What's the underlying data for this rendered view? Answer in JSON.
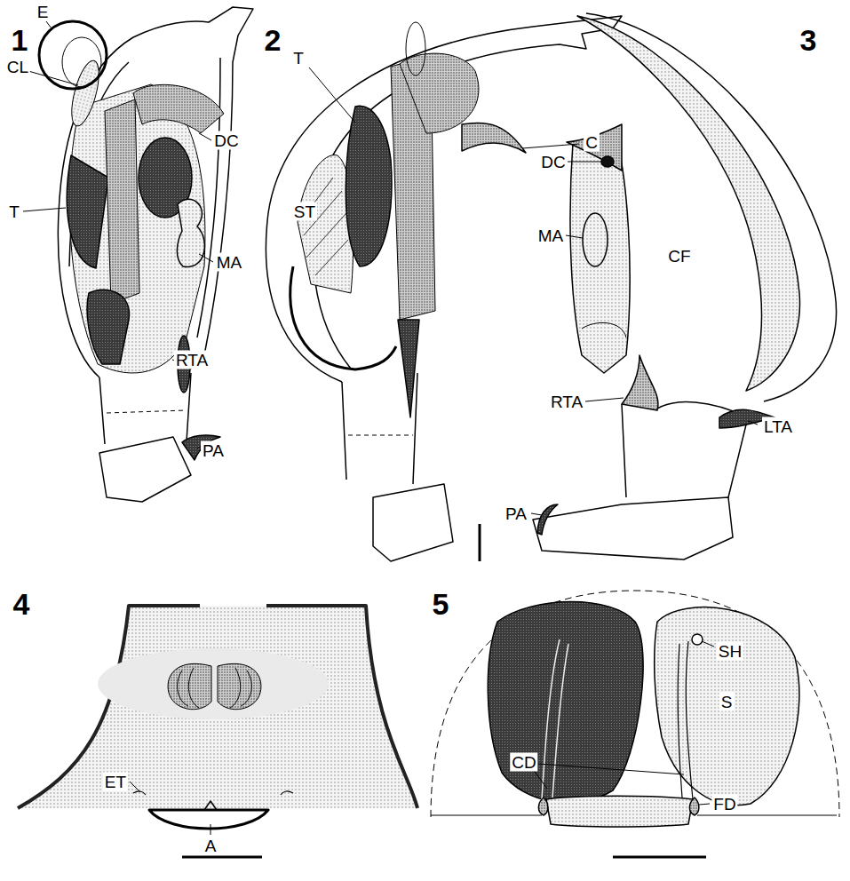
{
  "diagram": {
    "labels": [
      "1",
      "E",
      "CL",
      "DC",
      "T",
      "MA",
      "RTA",
      "PA",
      "2",
      "T",
      "C",
      "ST",
      "3",
      "DC",
      "MA",
      "CF",
      "RTA",
      "LTA",
      "PA",
      "4",
      "ET",
      "A",
      "5",
      "SH",
      "S",
      "CD",
      "FD"
    ]
  }
}
